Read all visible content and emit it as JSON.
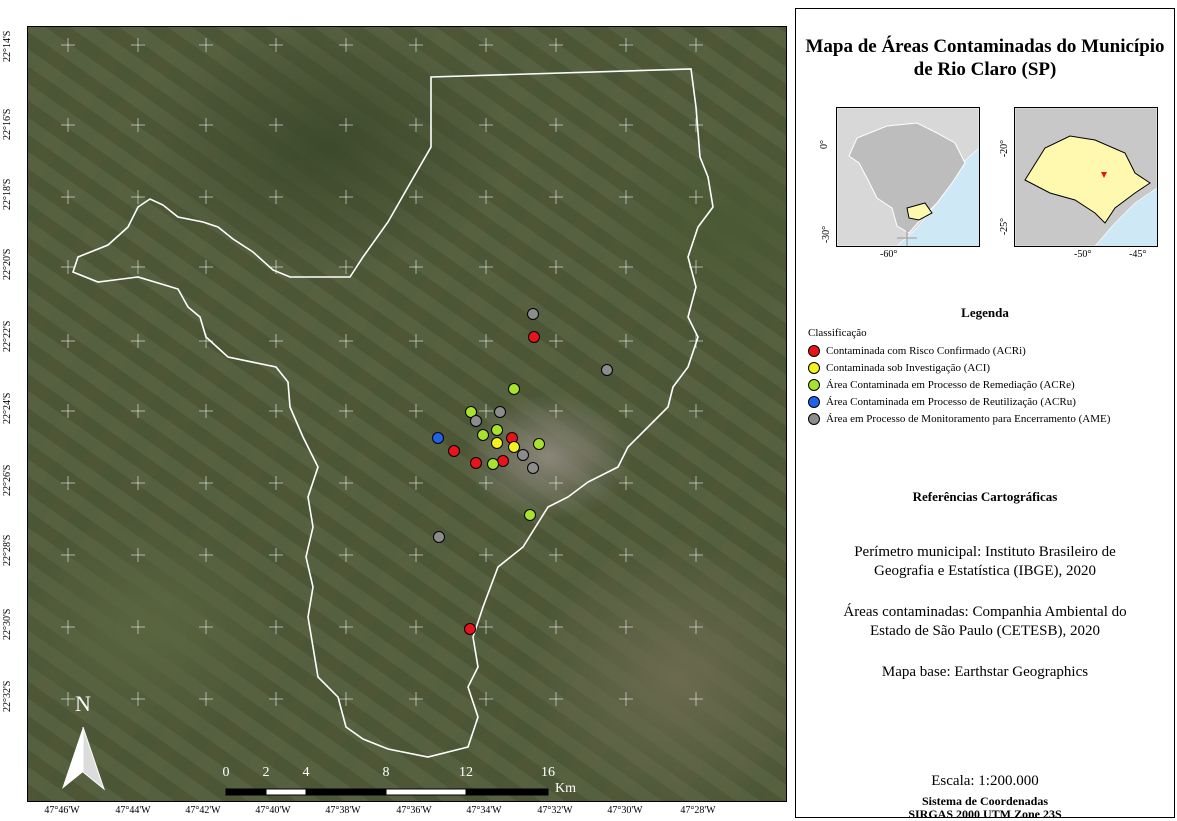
{
  "title": "Mapa de Áreas Contaminadas do Município de Rio Claro (SP)",
  "lat_labels": [
    "22°14'S",
    "22°16'S",
    "22°18'S",
    "22°20'S",
    "22°22'S",
    "22°24'S",
    "22°26'S",
    "22°28'S",
    "22°30'S",
    "22°32'S"
  ],
  "lon_labels": [
    "47°46'W",
    "47°44'W",
    "47°42'W",
    "47°40'W",
    "47°38'W",
    "47°36'W",
    "47°34'W",
    "47°32'W",
    "47°30'W",
    "47°28'W"
  ],
  "north_arrow": "N",
  "scale_bar": {
    "labels": [
      "0",
      "2",
      "4",
      "8",
      "12",
      "16"
    ],
    "unit": "Km"
  },
  "inset_brazil": {
    "y_ticks": [
      "0°",
      "-30°"
    ],
    "x_ticks": [
      "-60°"
    ]
  },
  "inset_sp": {
    "y_ticks": [
      "-20°",
      "-25°"
    ],
    "x_ticks": [
      "-50°",
      "-45°"
    ]
  },
  "legend": {
    "title": "Legenda",
    "subtitle": "Classificação",
    "items": [
      {
        "label": "Contaminada com Risco Confirmado (ACRi)",
        "color": "#e8141b"
      },
      {
        "label": "Contaminada sob Investigação (ACI)",
        "color": "#f5f01f"
      },
      {
        "label": "Área Contaminada em Processo de Remediação (ACRe)",
        "color": "#a8e22c"
      },
      {
        "label": "Área Contaminada em Processo de Reutilização (ACRu)",
        "color": "#1f63e8"
      },
      {
        "label": "Área em Processo de Monitoramento para Encerramento (AME)",
        "color": "#8c8c8c"
      }
    ]
  },
  "references": {
    "title": "Referências Cartográficas",
    "perimeter_line1": "Perímetro municipal: Instituto Brasileiro de",
    "perimeter_line2": "Geografia e Estatística (IBGE), 2020",
    "areas_line1": "Áreas contaminadas: Companhia Ambiental do",
    "areas_line2": "Estado de São Paulo (CETESB), 2020",
    "basemap": "Mapa base: Earthstar Geographics"
  },
  "scale_text": "Escala: 1:200.000",
  "crs_line1": "Sistema de Coordenadas",
  "crs_line2": "SIRGAS 2000 UTM Zone 23S"
}
